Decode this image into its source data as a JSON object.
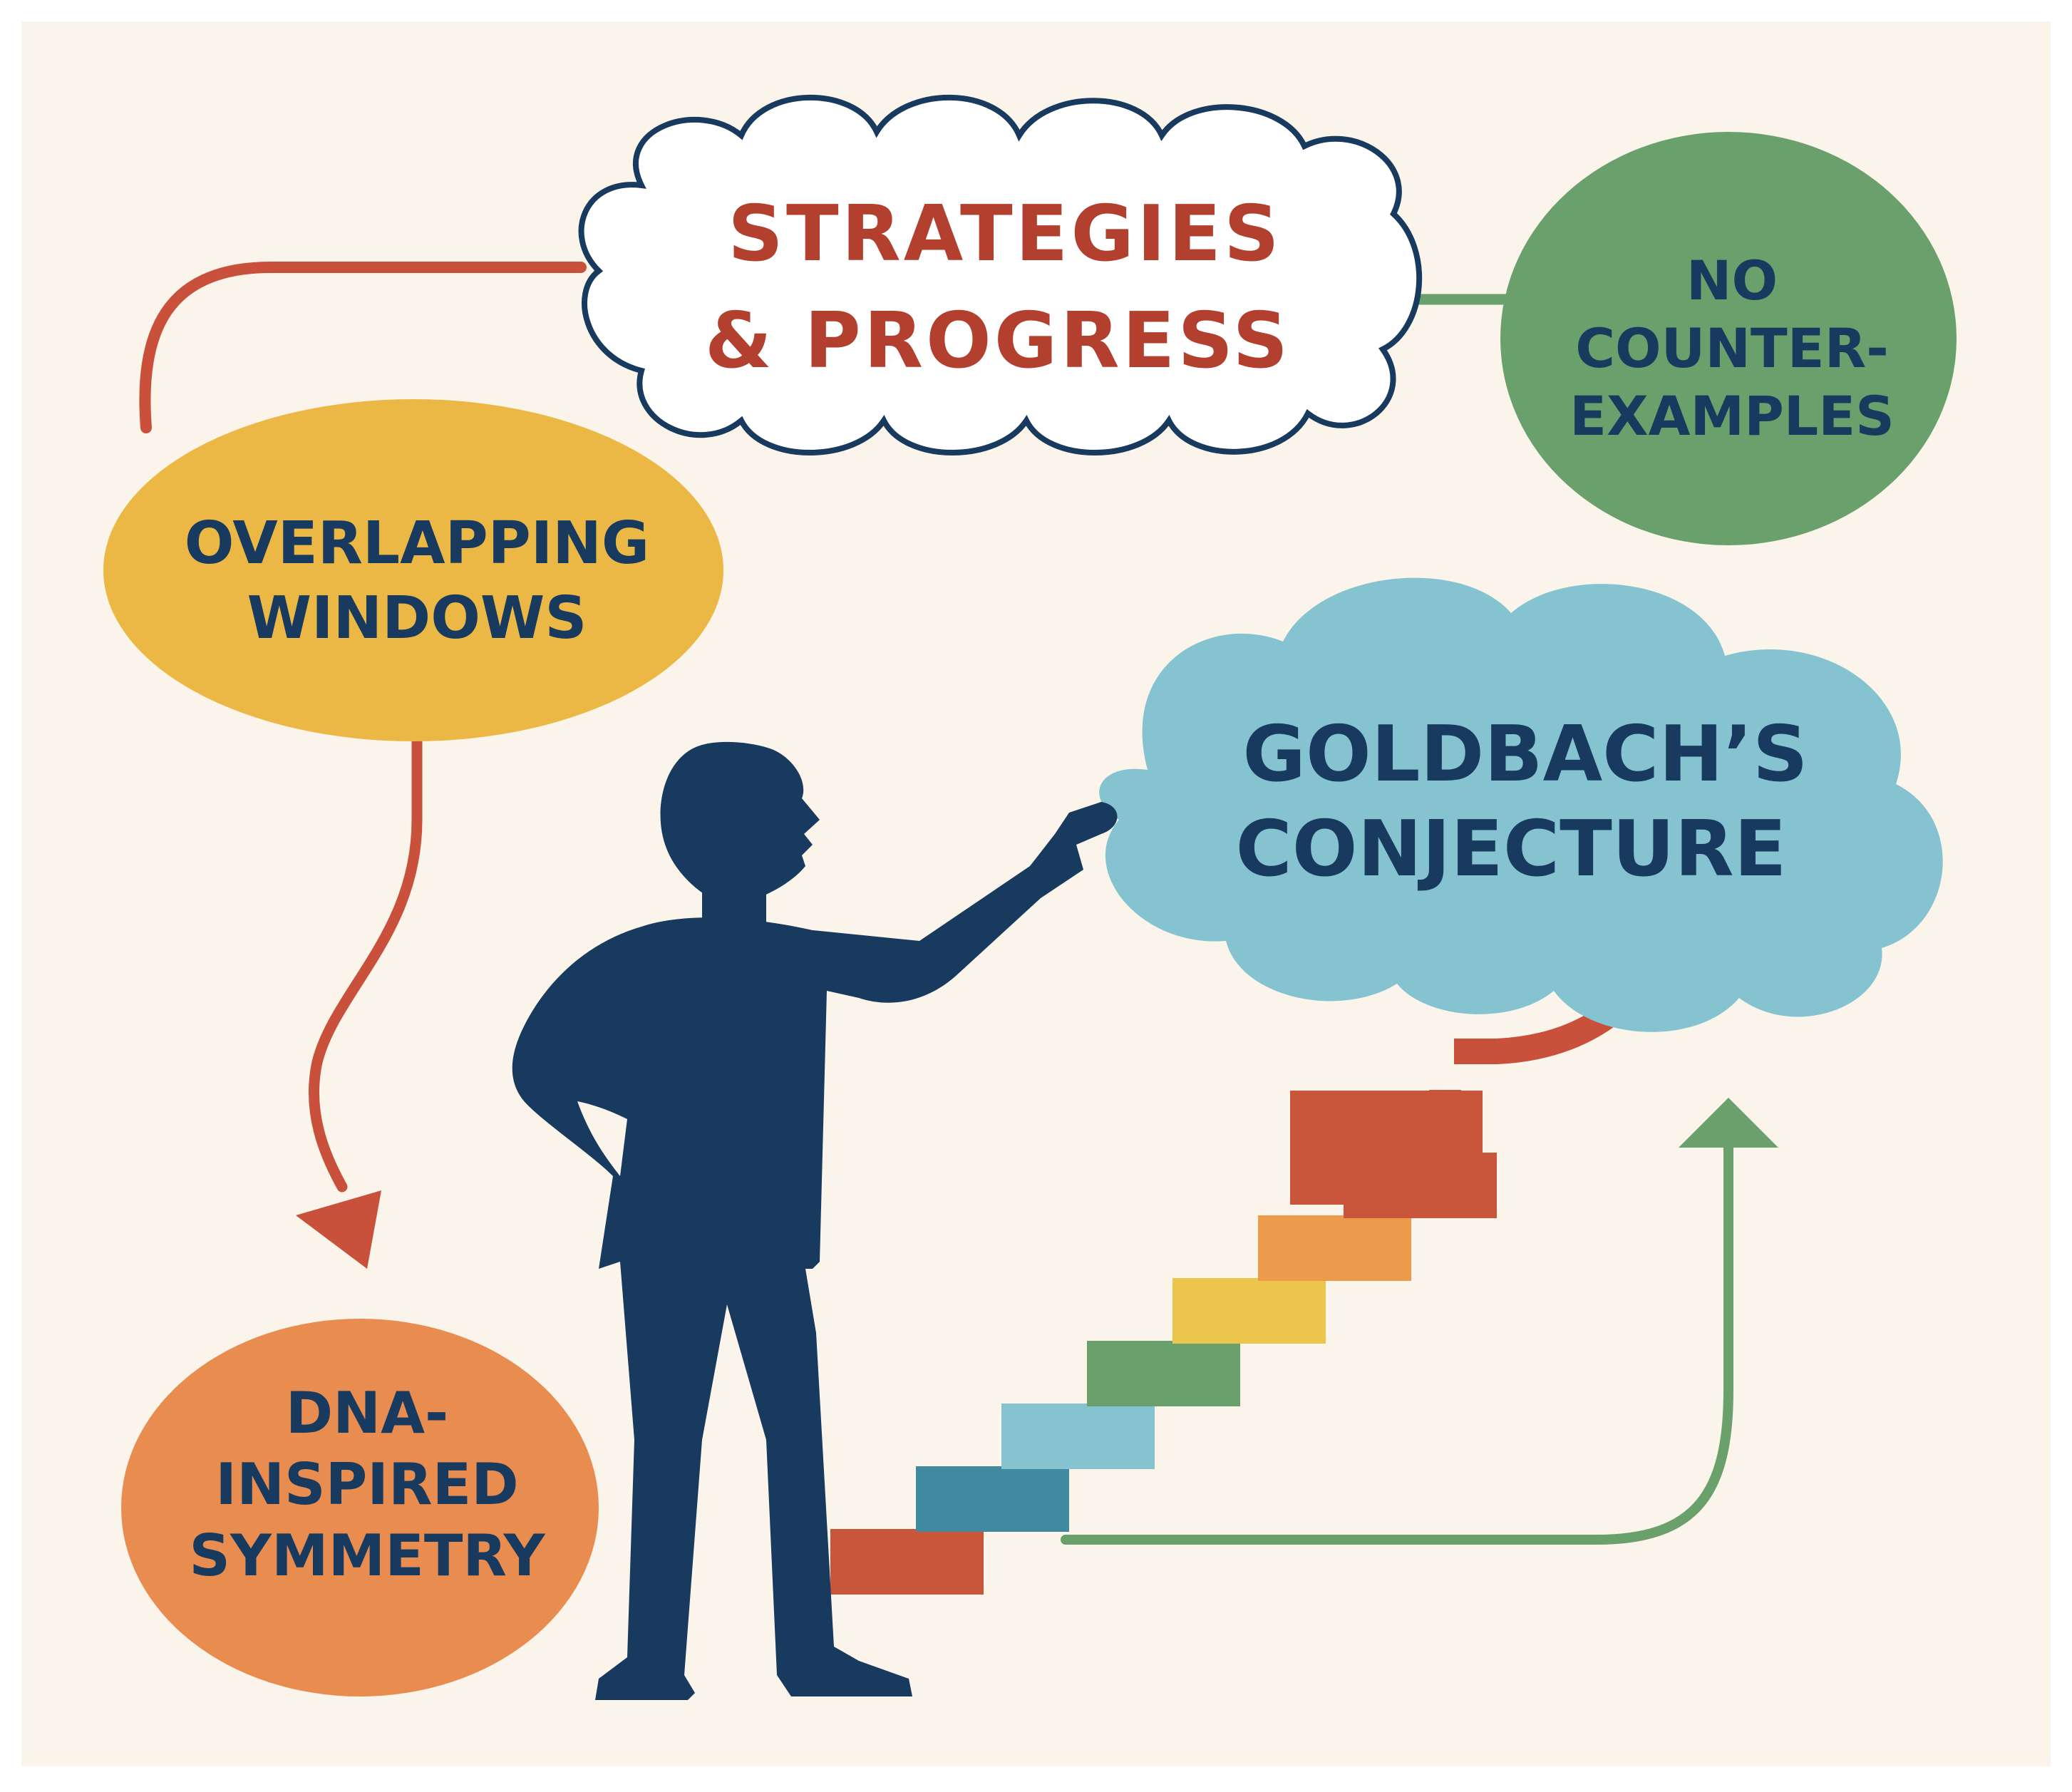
{
  "colors": {
    "background": "#fbf4ea",
    "border": "#ffffff",
    "navy": "#173a5e",
    "red": "#c9503a",
    "green": "#6aa06b",
    "sky": "#87c3d2",
    "yellow": "#ecb845",
    "orange": "#e98c4f",
    "stairs": [
      "#c9553b",
      "#3f8aa0",
      "#86c3d1",
      "#6aa06b",
      "#ecc54c",
      "#ec9a4c",
      "#c9553b",
      "#c9553b"
    ]
  },
  "icons": {
    "person": "person-pointing-silhouette-icon",
    "staircase": "progress-staircase-icon"
  },
  "nodes": {
    "strategies": {
      "lines": [
        "STRATEGIES",
        "& PROGRESS"
      ]
    },
    "no_counterexamples": {
      "lines": [
        "NO",
        "COUNTER-",
        "EXAMPLES"
      ]
    },
    "overlapping_windows": {
      "lines": [
        "OVERLAPPING",
        "WINDOWS"
      ]
    },
    "goldbach": {
      "lines": [
        "GOLDBACH’S",
        "CONJECTURE"
      ]
    },
    "dna_symmetry": {
      "lines": [
        "DNA-",
        "INSPIRED",
        "SYMMETRY"
      ]
    }
  }
}
